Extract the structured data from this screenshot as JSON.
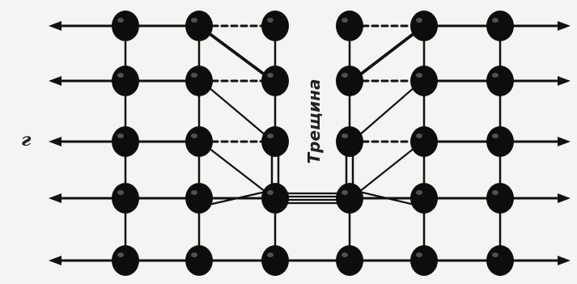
{
  "panel_label": "г",
  "crack_label": "Трещина",
  "lattice": {
    "rows": 5,
    "columns": 6,
    "crack_between_columns": [
      3,
      4
    ]
  },
  "colors": {
    "background": "#f4f4f2",
    "ink": "#111111",
    "atom": "#0d0d0d",
    "atom_highlight": "#8a8a8a"
  }
}
